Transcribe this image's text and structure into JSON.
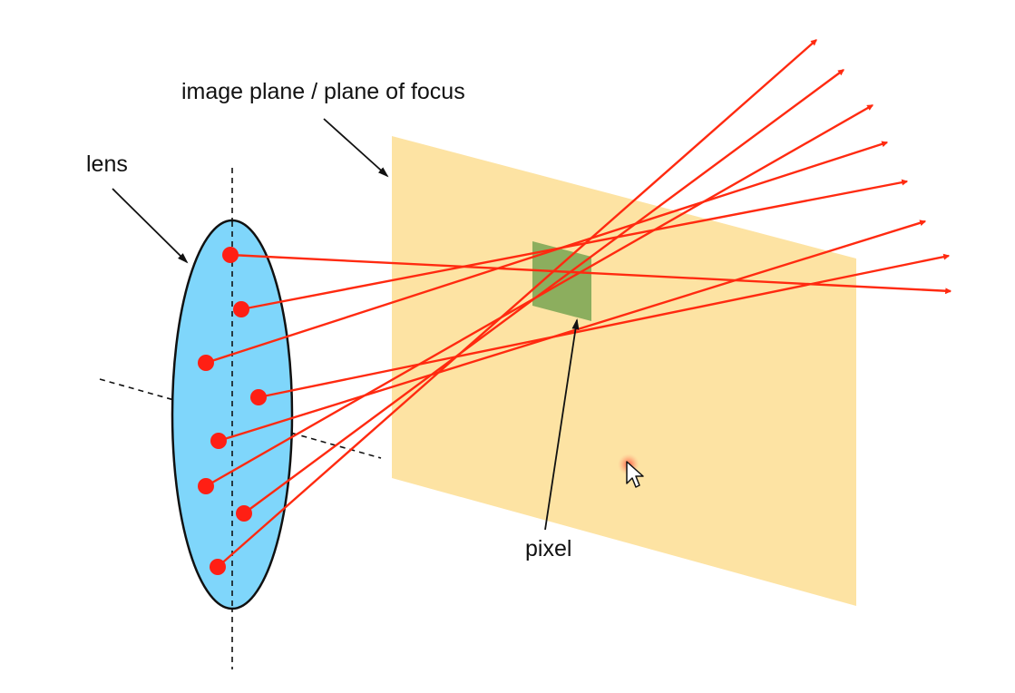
{
  "labels": {
    "plane": "image plane / plane of focus",
    "lens": "lens",
    "pixel": "pixel"
  },
  "colors": {
    "lens_fill": "#7fd6fb",
    "plane_fill": "#fde3a3",
    "pixel_fill": "#8cae5e",
    "ray": "#ff2a10",
    "lens_point": "#ff1f14",
    "line": "#111111"
  },
  "icons": {
    "cursor": "mouse-cursor-icon",
    "highlight": "cursor-highlight-icon"
  },
  "ray_count": 8
}
